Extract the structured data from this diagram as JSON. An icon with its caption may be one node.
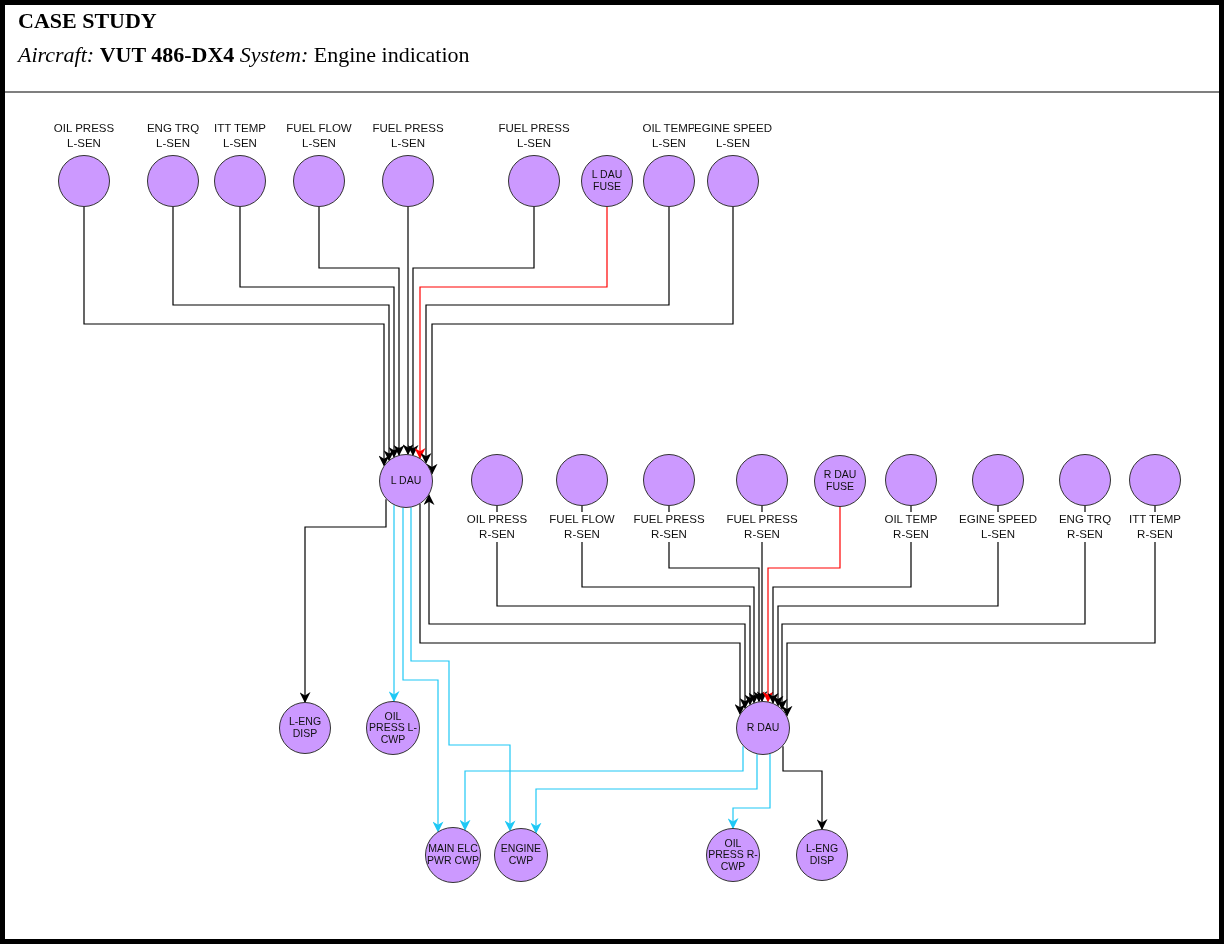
{
  "diagram": {
    "title": "CASE STUDY",
    "nodes": [
      {
        "text": [
          "OIL PRESS L-SEN"
        ]
      },
      {
        "text": [
          "ENG TRQ L-SEN"
        ]
      },
      {
        "text": [
          "ITT TEMP L-SEN"
        ]
      },
      {
        "text": [
          "FUEL FLOW L-SEN"
        ]
      },
      {
        "text": [
          "FUEL PRESS L-SEN"
        ]
      },
      {
        "text": [
          "FUEL PRESS L-SEN"
        ]
      },
      {
        "text": [
          "L DAU FUSE"
        ]
      },
      {
        "text": [
          "OIL TEMP L-SEN"
        ]
      },
      {
        "text": [
          "EGINE SPEED L-SEN"
        ]
      },
      {
        "text": [
          "L DAU"
        ]
      },
      {
        "text": [
          "OIL PRESS R-SEN"
        ]
      },
      {
        "text": [
          "FUEL FLOW R-SEN"
        ]
      },
      {
        "text": [
          "FUEL PRESS R-SEN"
        ]
      },
      {
        "text": [
          "FUEL PRESS R-SEN"
        ]
      },
      {
        "text": [
          "R DAU FUSE"
        ]
      },
      {
        "text": [
          "OIL TEMP R-SEN"
        ]
      },
      {
        "text": [
          "EGINE SPEED L-SEN"
        ]
      },
      {
        "text": [
          "ENG TRQ R-SEN"
        ]
      },
      {
        "text": [
          "ITT TEMP R-SEN"
        ]
      },
      {
        "text": [
          "R DAU"
        ]
      },
      {
        "text": [
          "L-ENG DISP"
        ]
      },
      {
        "text": [
          "OIL PRESS L- CWP"
        ]
      },
      {
        "text": [
          "MAIN ELC PWR CWP"
        ]
      },
      {
        "text": [
          "ENGINE CWP"
        ]
      },
      {
        "text": [
          "OIL PRESS R-CWP"
        ]
      },
      {
        "text": [
          "L-ENG DISP"
        ]
      }
    ],
    "edges": [
      {
        "from": 0,
        "to": 9,
        "arrow": "to"
      },
      {
        "from": 1,
        "to": 9,
        "arrow": "to"
      },
      {
        "from": 2,
        "to": 9,
        "arrow": "to"
      },
      {
        "from": 3,
        "to": 9,
        "arrow": "to"
      },
      {
        "from": 4,
        "to": 9,
        "arrow": "to"
      },
      {
        "from": 5,
        "to": 9,
        "arrow": "to"
      },
      {
        "from": 6,
        "to": 9,
        "arrow": "to",
        "color": "#ff0000"
      },
      {
        "from": 7,
        "to": 9,
        "arrow": "to"
      },
      {
        "from": 8,
        "to": 9,
        "arrow": "to"
      },
      {
        "from": 10,
        "to": 19,
        "arrow": "to"
      },
      {
        "from": 11,
        "to": 19,
        "arrow": "to"
      },
      {
        "from": 12,
        "to": 19,
        "arrow": "to"
      },
      {
        "from": 13,
        "to": 19,
        "arrow": "to"
      },
      {
        "from": 14,
        "to": 19,
        "arrow": "to",
        "color": "#ff0000"
      },
      {
        "from": 15,
        "to": 19,
        "arrow": "to"
      },
      {
        "from": 16,
        "to": 19,
        "arrow": "to"
      },
      {
        "from": 17,
        "to": 19,
        "arrow": "to"
      },
      {
        "from": 18,
        "to": 19,
        "arrow": "to"
      },
      {
        "from": 9,
        "to": 19,
        "arrow": "to"
      },
      {
        "from": 9,
        "to": 19,
        "arrow": "both"
      },
      {
        "from": 9,
        "to": 20,
        "arrow": "to"
      },
      {
        "from": 9,
        "to": 21,
        "arrow": "to",
        "color": "#1ec8f5"
      },
      {
        "from": 9,
        "to": 22,
        "arrow": "to",
        "color": "#1ec8f5"
      },
      {
        "from": 9,
        "to": 23,
        "arrow": "to",
        "color": "#1ec8f5"
      },
      {
        "from": 19,
        "to": 22,
        "arrow": "to",
        "color": "#1ec8f5"
      },
      {
        "from": 19,
        "to": 23,
        "arrow": "to",
        "color": "#1ec8f5"
      },
      {
        "from": 19,
        "to": 24,
        "arrow": "to",
        "color": "#1ec8f5"
      },
      {
        "from": 19,
        "to": 25,
        "arrow": "to"
      }
    ],
    "labels": [
      "*Aircraft:* **VUT 486-DX4** *System:* Engine indication"
    ]
  }
}
